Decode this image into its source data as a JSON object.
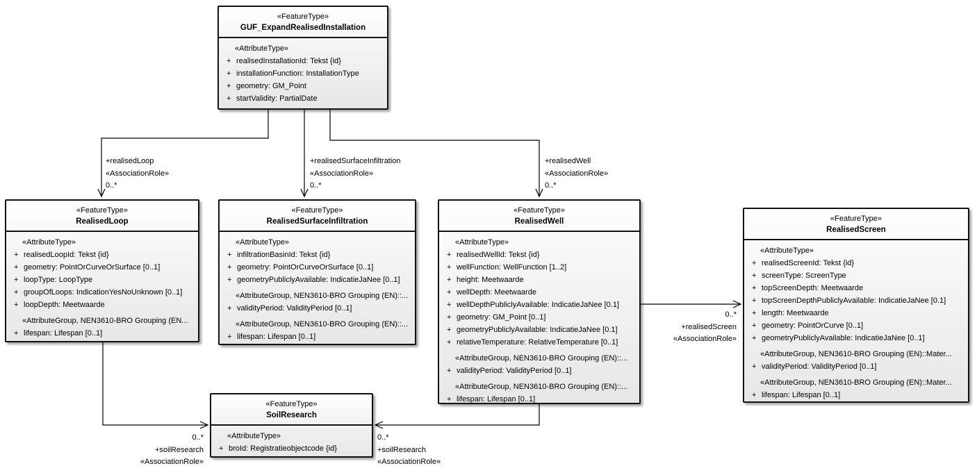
{
  "diagram": {
    "background": "#ffffff",
    "line_color": "#000000",
    "box_border_color": "#121212",
    "box_fill_top": "#ffffff",
    "box_fill_bottom": "#e7e7e7"
  },
  "visibility_prefix": "+",
  "classes": {
    "guf": {
      "stereotype": "«FeatureType»",
      "name": "GUF_ExpandRealisedInstallation",
      "sections": [
        {
          "header": "«AttributeType»",
          "attrs": [
            "realisedInstallationId: Tekst {id}",
            "installationFunction: InstallationType",
            "geometry: GM_Point",
            "startValidity: PartialDate"
          ]
        }
      ]
    },
    "realisedLoop": {
      "stereotype": "«FeatureType»",
      "name": "RealisedLoop",
      "sections": [
        {
          "header": "«AttributeType»",
          "attrs": [
            "realisedLoopId: Tekst {id}",
            "geometry: PointOrCurveOrSurface [0..1]",
            "loopType: LoopType",
            "groupOfLoops: IndicationYesNoUnknown [0..1]",
            "loopDepth: Meetwaarde"
          ]
        },
        {
          "header": "«AttributeGroup, NEN3610-BRO Grouping (EN...",
          "attrs": [
            "lifespan: Lifespan [0..1]"
          ]
        }
      ]
    },
    "realisedSurfaceInfiltration": {
      "stereotype": "«FeatureType»",
      "name": "RealisedSurfaceInfiltration",
      "sections": [
        {
          "header": "«AttributeType»",
          "attrs": [
            "infiltrationBasinId: Tekst {id}",
            "geometry: PointOrCurveOrSurface [0..1]",
            "geometryPubliclyAvailable: IndicatieJaNee [0..1]"
          ]
        },
        {
          "header": "«AttributeGroup, NEN3610-BRO Grouping (EN)::...",
          "attrs": [
            "validityPeriod: ValidityPeriod [0..1]"
          ]
        },
        {
          "header": "«AttributeGroup, NEN3610-BRO Grouping (EN)::...",
          "attrs": [
            "lifespan: Lifespan [0..1]"
          ]
        }
      ]
    },
    "realisedWell": {
      "stereotype": "«FeatureType»",
      "name": "RealisedWell",
      "sections": [
        {
          "header": "«AttributeType»",
          "attrs": [
            "realisedWellId: Tekst {id}",
            "wellFunction: WellFunction [1..2]",
            "height: Meetwaarde",
            "wellDepth: Meetwaarde",
            "wellDepthPubliclyAvailable: IndicatieJaNee [0.1]",
            "geometry: GM_Point [0..1]",
            "geometryPubliclyAvailable: IndicatieJaNee [0.1]",
            "relativeTemperature: RelativeTemperature [0..1]"
          ]
        },
        {
          "header": "«AttributeGroup, NEN3610-BRO Grouping (EN)::...",
          "attrs": [
            "validityPeriod: ValidityPeriod [0..1]"
          ]
        },
        {
          "header": "«AttributeGroup, NEN3610-BRO Grouping (EN)::...",
          "attrs": [
            "lifespan: Lifespan [0..1]"
          ]
        }
      ]
    },
    "realisedScreen": {
      "stereotype": "«FeatureType»",
      "name": "RealisedScreen",
      "sections": [
        {
          "header": "«AttributeType»",
          "attrs": [
            "realisedScreenId: Tekst {id}",
            "screenType: ScreenType",
            "topScreenDepth: Meetwaarde",
            "topScreenDepthPubliclyAvailable: IndicatieJaNee [0.1]",
            "length: Meetwaarde",
            "geometry: PointOrCurve [0..1]",
            "geometryPubliclyAvailable: IndicatieJaNee [0..1]"
          ]
        },
        {
          "header": "«AttributeGroup, NEN3610-BRO Grouping (EN)::Mater...",
          "attrs": [
            "validityPeriod: ValidityPeriod [0..1]"
          ]
        },
        {
          "header": "«AttributeGroup, NEN3610-BRO Grouping (EN)::Mater...",
          "attrs": [
            "lifespan: Lifespan [0..1]"
          ]
        }
      ]
    },
    "soilResearch": {
      "stereotype": "«FeatureType»",
      "name": "SoilResearch",
      "sections": [
        {
          "header": "«AttributeType»",
          "attrs": [
            "broId: Registratieobjectcode {id}"
          ]
        }
      ]
    }
  },
  "associations": {
    "realisedLoop": {
      "role": "+realisedLoop",
      "stereotype": "«AssociationRole»",
      "multiplicity": "0..*"
    },
    "realisedSurfaceInfiltration": {
      "role": "+realisedSurfaceInfiltration",
      "stereotype": "«AssociationRole»",
      "multiplicity": "0..*"
    },
    "realisedWell": {
      "role": "+realisedWell",
      "stereotype": "«AssociationRole»",
      "multiplicity": "0..*"
    },
    "realisedScreen": {
      "role": "+realisedScreen",
      "stereotype": "«AssociationRole»",
      "multiplicity": "0..*"
    },
    "soilResearchFromLoop": {
      "role": "+soilResearch",
      "stereotype": "«AssociationRole»",
      "multiplicity": "0..*"
    },
    "soilResearchFromWell": {
      "role": "+soilResearch",
      "stereotype": "«AssociationRole»",
      "multiplicity": "0..*"
    }
  }
}
